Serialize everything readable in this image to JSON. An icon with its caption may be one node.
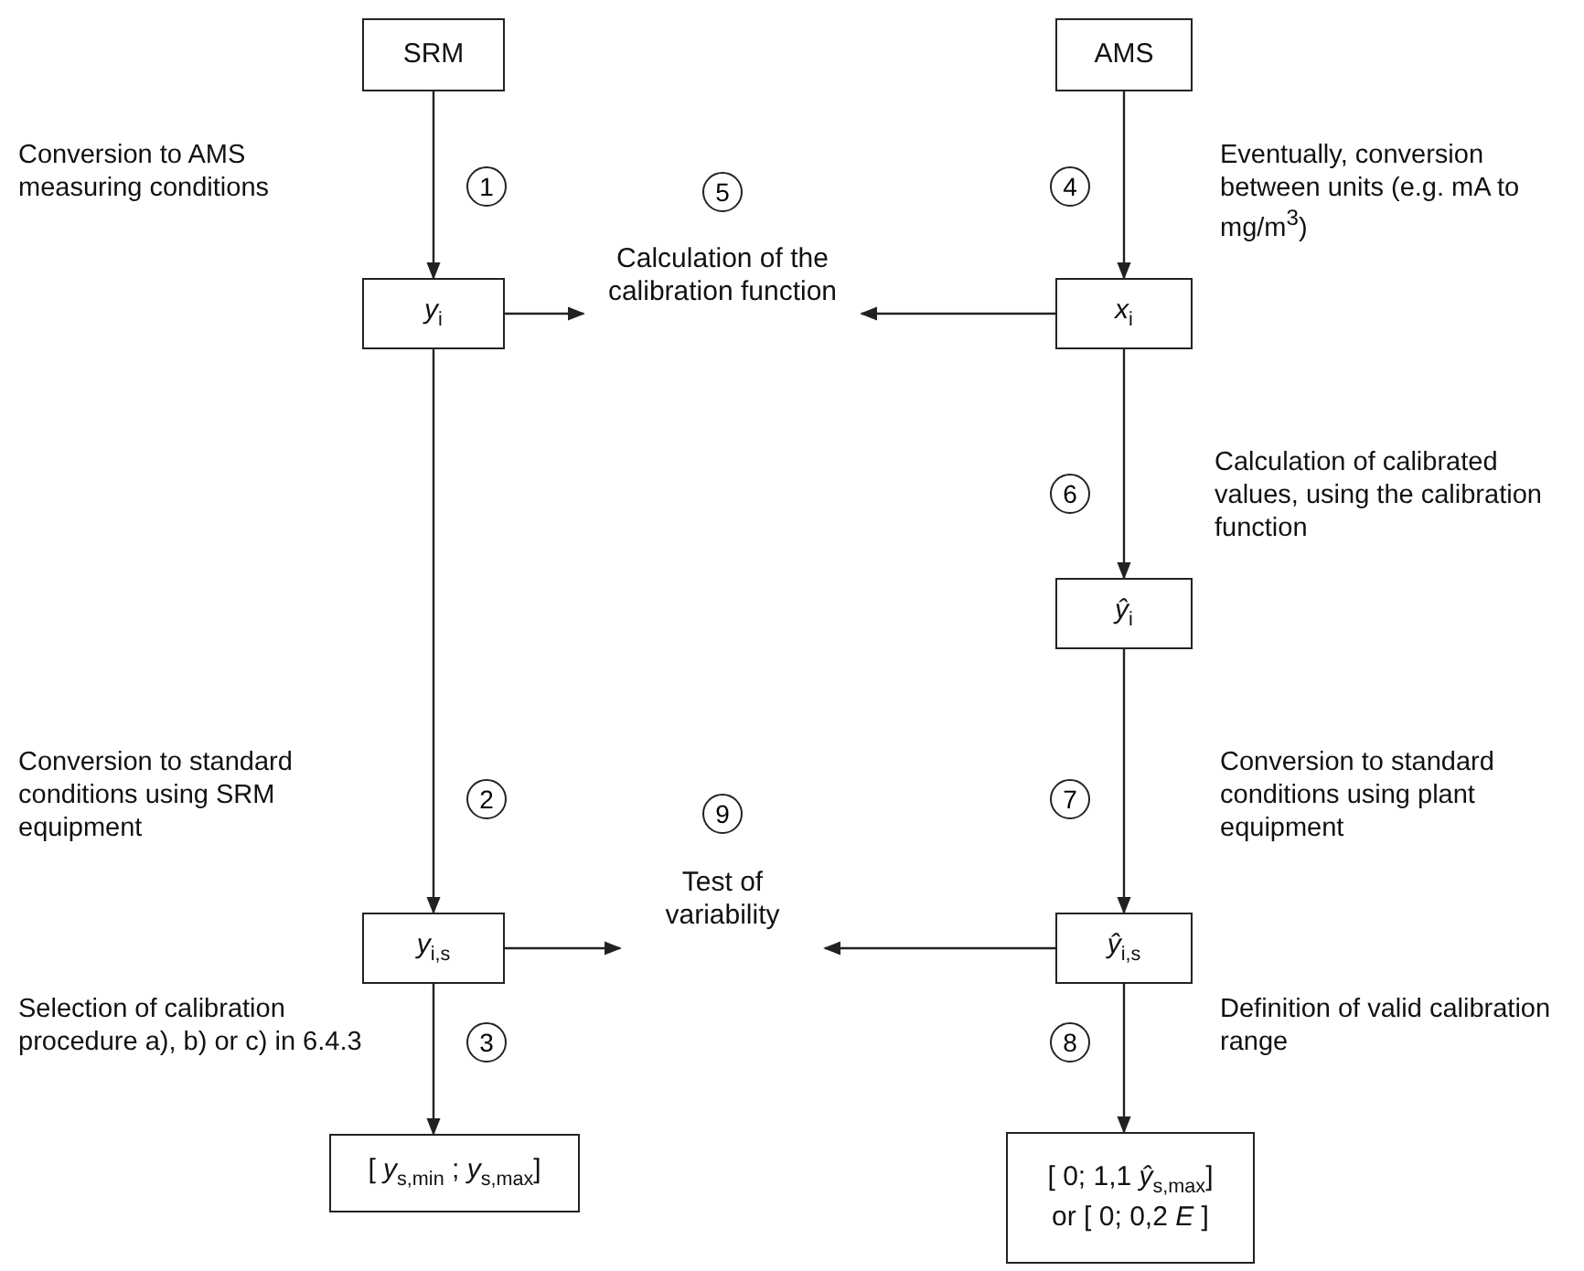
{
  "diagram": {
    "nodes": [
      {
        "text": [
          "SRM"
        ]
      },
      {
        "text": [
          "AMS"
        ]
      },
      {
        "text": [
          "*y*$_{i}$"
        ]
      },
      {
        "text": [
          "Calculation of the calibration function"
        ]
      },
      {
        "text": [
          "*x*$_{i}$"
        ]
      },
      {
        "text": [
          "*ŷ*$_{i}$"
        ]
      },
      {
        "text": [
          "*y*$_{i,s}$"
        ]
      },
      {
        "text": [
          "Test of variability"
        ]
      },
      {
        "text": [
          "*ŷ*$_{i,s}$"
        ]
      },
      {
        "text": [
          "[ *y*$_{s,min}$ ; *y*$_{s,max}$]"
        ]
      },
      {
        "text": [
          "[ 0; 1,1 *ŷ*$_{s,max}$]",
          "or [ 0; 0,2 *E* ]"
        ]
      },
      {
        "text": [
          "1"
        ]
      },
      {
        "text": [
          "2"
        ]
      },
      {
        "text": [
          "3"
        ]
      },
      {
        "text": [
          "4"
        ]
      },
      {
        "text": [
          "5"
        ]
      },
      {
        "text": [
          "6"
        ]
      },
      {
        "text": [
          "7"
        ]
      },
      {
        "text": [
          "8"
        ]
      },
      {
        "text": [
          "9"
        ]
      }
    ],
    "edges": [
      {
        "from": 0,
        "to": 2,
        "arrow": "to"
      },
      {
        "from": 2,
        "to": 6,
        "arrow": "to"
      },
      {
        "from": 6,
        "to": 9,
        "arrow": "to"
      },
      {
        "from": 1,
        "to": 4,
        "arrow": "to"
      },
      {
        "from": 4,
        "to": 5,
        "arrow": "to"
      },
      {
        "from": 5,
        "to": 8,
        "arrow": "to"
      },
      {
        "from": 8,
        "to": 10,
        "arrow": "to"
      },
      {
        "from": 2,
        "to": 3,
        "arrow": "to"
      },
      {
        "from": 4,
        "to": 3,
        "arrow": "to"
      },
      {
        "from": 6,
        "to": 7,
        "arrow": "to"
      },
      {
        "from": 8,
        "to": 7,
        "arrow": "to"
      }
    ],
    "labels": [
      "Conversion to AMS measuring conditions",
      "Eventually, conversion between units (e.g. mA to mg/m$^{3}$)",
      "Calculation of calibrated values, using the calibration function",
      "Conversion to standard conditions using SRM equipment",
      "Conversion to standard conditions using plant equipment",
      "Selection of calibration procedure a), b) or c) in 6.4.3",
      "Definition of valid calibration range"
    ]
  }
}
